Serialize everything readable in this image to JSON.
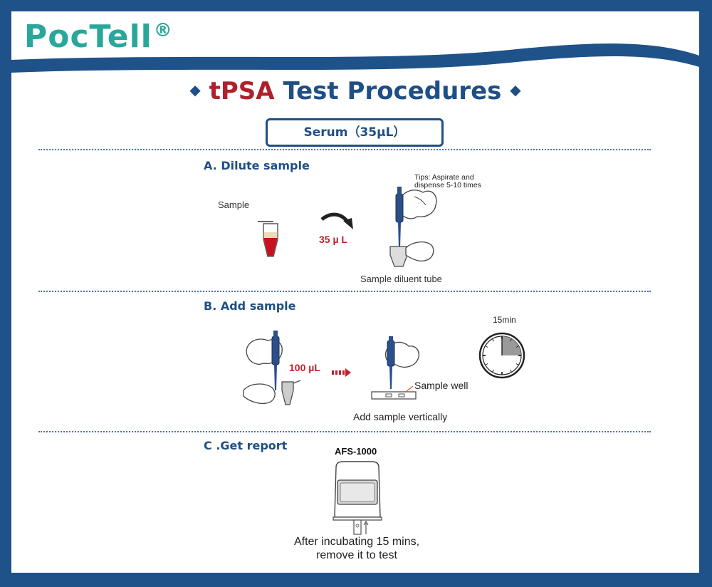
{
  "brand": {
    "name": "PocTell",
    "registered_mark": "®"
  },
  "title": {
    "accent": "tPSA",
    "main": "Test Procedures"
  },
  "sample_type": "Serum（35µL）",
  "steps": {
    "a": {
      "title": "A. Dilute sample",
      "sample_label": "Sample",
      "volume": "35 µ L",
      "tips": "Tips: Aspirate and\ndispense 5-10 times",
      "caption": "Sample diluent tube"
    },
    "b": {
      "title": "B. Add sample",
      "volume": "100 µL",
      "well_label": "Sample well",
      "caption": "Add sample vertically",
      "timer": "15min",
      "timer_elapsed_fraction": 0.25
    },
    "c": {
      "title": "C .Get report",
      "device": "AFS-1000",
      "caption": "After incubating 15 mins,\nremove it to test"
    }
  },
  "colors": {
    "brand_teal": "#2aa79a",
    "navy": "#1f4f85",
    "accent_red": "#b0202c",
    "blood_red": "#c8101e"
  }
}
